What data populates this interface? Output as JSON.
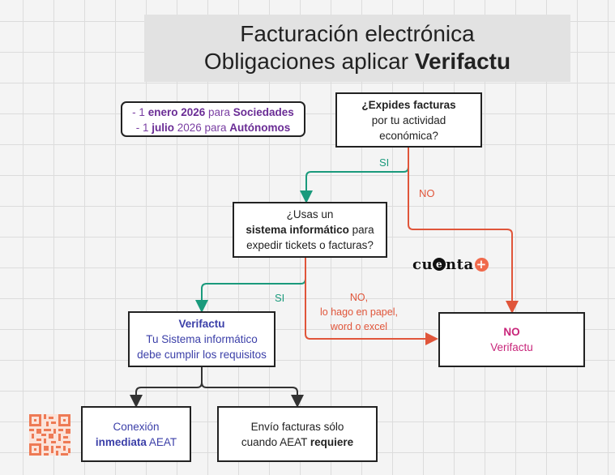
{
  "title": {
    "line1": "Facturación electrónica",
    "line2_prefix": "Obligaciones aplicar ",
    "line2_bold": "Verifactu"
  },
  "dates": {
    "row1": [
      "- 1 ",
      "enero 2026",
      " para ",
      "Sociedades"
    ],
    "row2": [
      "- 1 ",
      "julio",
      " 2026 para ",
      "Autónomos"
    ]
  },
  "question1": {
    "bold": "¿Expides facturas",
    "line2": "por tu actividad",
    "line3": "económica?"
  },
  "question2": {
    "line1": "¿Usas un",
    "bold": "sistema informático",
    "after_bold": " para",
    "line3": "expedir tickets o facturas?"
  },
  "verifactu_box": {
    "bold": "Verifactu",
    "line2": "Tu Sistema informático",
    "line3": "debe cumplir los requisitos"
  },
  "no_box": {
    "bold": "NO",
    "line2": "Verifactu"
  },
  "conexion_box": {
    "line1": "Conexión",
    "bold": "inmediata",
    "after_bold": " AEAT"
  },
  "envio_box": {
    "line1": "Envío facturas sólo",
    "prefix": "cuando AEAT ",
    "bold": "requiere"
  },
  "labels": {
    "si_1": "SI",
    "no_1": "NO",
    "si_2": "SI",
    "no_2_line1": "NO,",
    "no_2_line2": "lo hago en papel,",
    "no_2_line3": "word o excel"
  },
  "logo": {
    "part1": "cu",
    "circle": "e",
    "part2": "nta",
    "plus": "+"
  },
  "colors": {
    "yes_arrow": "#1a9a7c",
    "no_arrow": "#e0553a",
    "verifactu_text": "#3b3fa8",
    "no_text": "#c8257a",
    "dates_text": "#6a2c95"
  }
}
